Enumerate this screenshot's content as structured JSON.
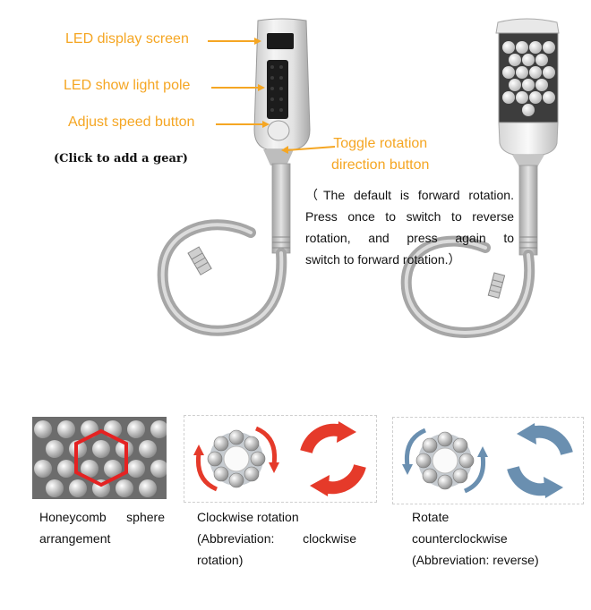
{
  "callouts": {
    "led_display": "LED display screen",
    "led_pole": "LED show light pole",
    "speed_button": "Adjust speed button",
    "gear_note": "(Click to add a gear)",
    "toggle_line1": "Toggle rotation",
    "toggle_line2": "direction button"
  },
  "default_note": {
    "line1": "（The default is forward rotation.",
    "line2": "Press once to switch to reverse",
    "line3": "rotation,  and  press  again  to",
    "line4": "switch to forward rotation.）"
  },
  "panels": {
    "honeycomb": {
      "line1": "Honeycomb    sphere",
      "line2": "arrangement"
    },
    "clockwise": {
      "line1": "Clockwise rotation",
      "line2": "(Abbreviation:    clockwise",
      "line3": "rotation)"
    },
    "counter": {
      "line1": "Rotate",
      "line2": "counterclockwise",
      "line3": "(Abbreviation: reverse)"
    }
  },
  "colors": {
    "callout": "#f5a623",
    "red_arrow": "#e53a2a",
    "blue_arrow": "#6a8fb0"
  }
}
